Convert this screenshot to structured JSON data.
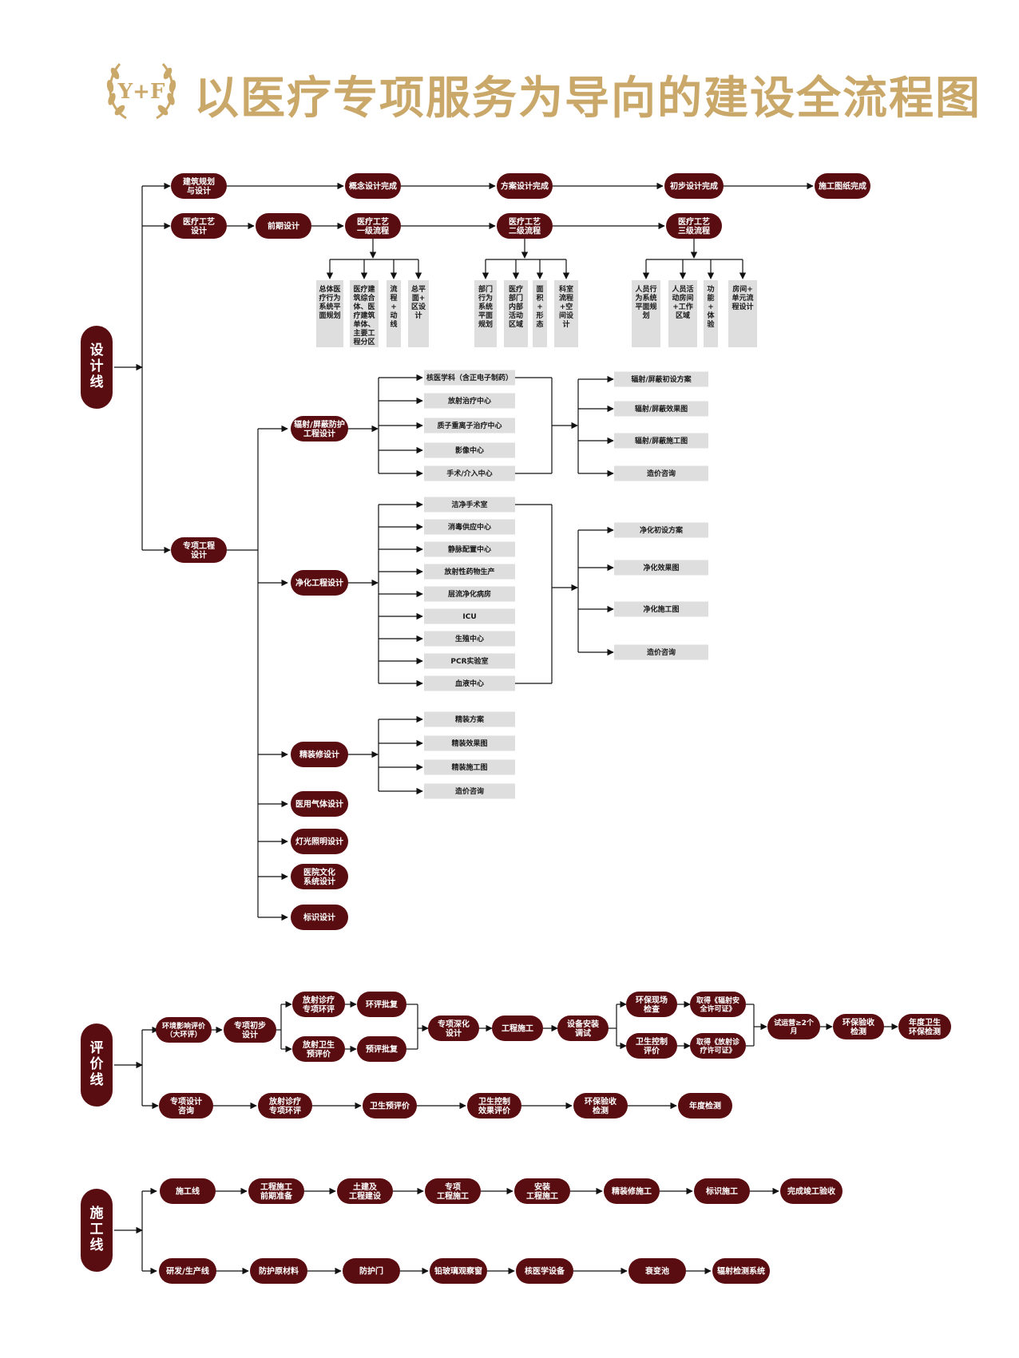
{
  "header": {
    "title": "以医疗专项服务为导向的建设全流程图",
    "logo_text": "Y+F"
  },
  "colors": {
    "node": "#5a0d11",
    "sub_box": "#dedede",
    "line": "#111111",
    "title": "#c9a86a"
  },
  "tracks": {
    "design": "设计线",
    "evaluation": "评价线",
    "construction": "施工线"
  },
  "design": {
    "row1": [
      "建筑规划\n与设计",
      "概念设计完成",
      "方案设计完成",
      "初步设计完成",
      "施工图纸完成"
    ],
    "row2": [
      "医疗工艺\n设计",
      "前期设计",
      "医疗工艺\n一级流程",
      "医疗工艺\n二级流程",
      "医疗工艺\n三级流程"
    ],
    "level1_items": [
      "总体医疗行为系统平面规划",
      "医疗建筑综合体、医疗建筑单体、主要工程分区",
      "流程+动线",
      "总平面+区设计"
    ],
    "level2_items": [
      "部门行为系统平面规划",
      "医疗部门内部活动区域",
      "面积+形态",
      "科室流程+空间设计"
    ],
    "level3_items": [
      "人员行为系统平面规划",
      "人员活动房间+工作区域",
      "功能+体验",
      "房间+单元流程设计"
    ],
    "special_root": "专项工程\n设计",
    "radiation": {
      "label": "辐射/屏蔽防护\n工程设计",
      "departments": [
        "核医学科（含正电子制药）",
        "放射治疗中心",
        "质子重离子治疗中心",
        "影像中心",
        "手术/介入中心"
      ],
      "outputs": [
        "辐射/屏蔽初设方案",
        "辐射/屏蔽效果图",
        "辐射/屏蔽施工图",
        "造价咨询"
      ]
    },
    "purification": {
      "label": "净化工程设计",
      "departments": [
        "洁净手术室",
        "消毒供应中心",
        "静脉配置中心",
        "放射性药物生产",
        "层流净化病房",
        "ICU",
        "生殖中心",
        "PCR实验室",
        "血液中心"
      ],
      "outputs": [
        "净化初设方案",
        "净化效果图",
        "净化施工图",
        "造价咨询"
      ]
    },
    "decoration": {
      "label": "精装修设计",
      "items": [
        "精装方案",
        "精装效果图",
        "精装施工图",
        "造价咨询"
      ]
    },
    "others": [
      "医用气体设计",
      "灯光照明设计",
      "医院文化\n系统设计",
      "标识设计"
    ]
  },
  "evaluation": {
    "eia": "环境影响评价\n（大环评）",
    "prelim": "专项初步\n设计",
    "radiation_eia": "放射诊疗\n专项环评",
    "eia_approval": "环评批复",
    "health_pre": "放射卫生\n预评价",
    "pre_approval": "预评批复",
    "deepen": "专项深化\n设计",
    "construction": "工程施工",
    "install": "设备安装\n调试",
    "env_check": "环保现场\n检查",
    "health_control": "卫生控制\n评价",
    "license1": "取得《辐射安\n全许可证》",
    "license2": "取得《放射诊\n疗许可证》",
    "trial": "试运营≥2个\n月",
    "env_accept": "环保验收\n检测",
    "annual": "年度卫生\n环保检测",
    "row2": [
      "专项设计\n咨询",
      "放射诊疗\n专项环评",
      "卫生预评价",
      "卫生控制\n效果评价",
      "环保验收\n检测",
      "年度检测"
    ]
  },
  "construction": {
    "row1": [
      "施工线",
      "工程施工\n前期准备",
      "土建及\n工程建设",
      "专项\n工程施工",
      "安装\n工程施工",
      "精装修施工",
      "标识施工",
      "完成竣工验收"
    ],
    "row2": [
      "研发/生产线",
      "防护原材料",
      "防护门",
      "铅玻璃观察窗",
      "核医学设备",
      "衰变池",
      "辐射检测系统"
    ]
  }
}
